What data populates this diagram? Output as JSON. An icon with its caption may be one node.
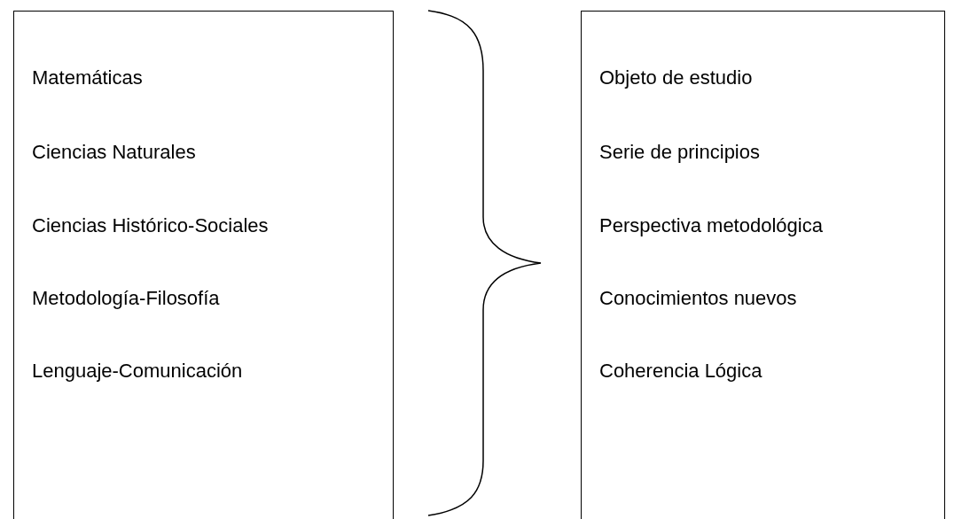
{
  "diagram": {
    "nodes": [
      {
        "text": [
          "Matemáticas",
          "Ciencias Naturales",
          "Ciencias Histórico-Sociales",
          "Metodología-Filosofía",
          "Lenguaje-Comunicación"
        ]
      },
      {
        "text": [
          "Objeto de estudio",
          "Serie de principios",
          "Perspectiva metodológica",
          "Conocimientos nuevos",
          "Coherencia Lógica"
        ]
      }
    ]
  }
}
